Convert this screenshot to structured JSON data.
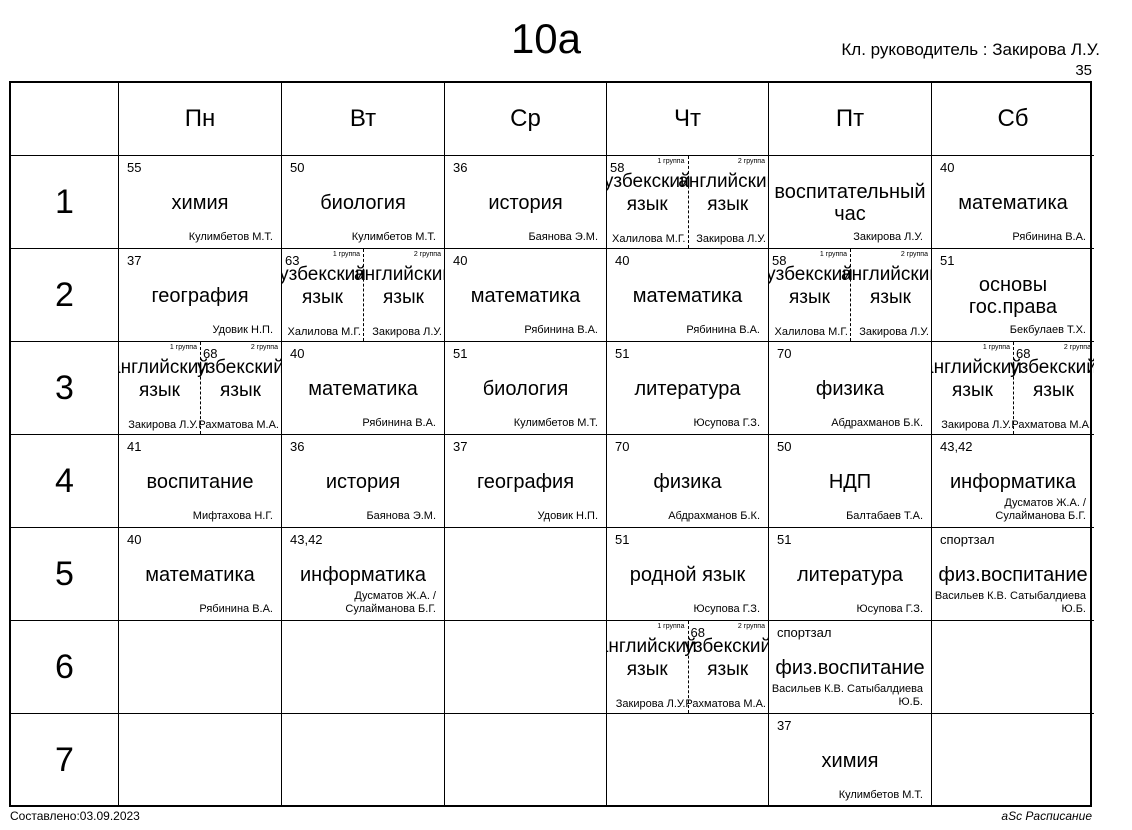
{
  "title": "10а",
  "class_teacher": "Кл. руководитель : Закирова Л.У.",
  "room": "35",
  "days": [
    "Пн",
    "Вт",
    "Ср",
    "Чт",
    "Пт",
    "Сб"
  ],
  "periods": [
    "1",
    "2",
    "3",
    "4",
    "5",
    "6",
    "7"
  ],
  "footer": {
    "left": "Составлено:03.09.2023",
    "right": "aSc Расписание"
  },
  "schedule": [
    [
      {
        "room": "55",
        "subject": "химия",
        "teacher": "Кулимбетов М.Т."
      },
      {
        "room": "50",
        "subject": "биология",
        "teacher": "Кулимбетов М.Т."
      },
      {
        "room": "36",
        "subject": "история",
        "teacher": "Баянова Э.М."
      },
      {
        "split": [
          {
            "group": "1 группа",
            "room": "58",
            "subject": "узбекский язык",
            "teacher": "Халилова М.Г."
          },
          {
            "group": "2 группа",
            "room": "",
            "subject": "английский язык",
            "teacher": "Закирова Л.У."
          }
        ]
      },
      {
        "room": "",
        "subject": "воспитательный час",
        "teacher": "Закирова Л.У."
      },
      {
        "room": "40",
        "subject": "математика",
        "teacher": "Рябинина В.А."
      }
    ],
    [
      {
        "room": "37",
        "subject": "география",
        "teacher": "Удовик Н.П."
      },
      {
        "split": [
          {
            "group": "1 группа",
            "room": "63",
            "subject": "узбекский язык",
            "teacher": "Халилова М.Г."
          },
          {
            "group": "2 группа",
            "room": "",
            "subject": "английский язык",
            "teacher": "Закирова Л.У."
          }
        ]
      },
      {
        "room": "40",
        "subject": "математика",
        "teacher": "Рябинина В.А."
      },
      {
        "room": "40",
        "subject": "математика",
        "teacher": "Рябинина В.А."
      },
      {
        "split": [
          {
            "group": "1 группа",
            "room": "58",
            "subject": "узбекский язык",
            "teacher": "Халилова М.Г."
          },
          {
            "group": "2 группа",
            "room": "",
            "subject": "английский язык",
            "teacher": "Закирова Л.У."
          }
        ]
      },
      {
        "room": "51",
        "subject": "основы гос.права",
        "teacher": "Бекбулаев Т.Х."
      }
    ],
    [
      {
        "split": [
          {
            "group": "1 группа",
            "room": "",
            "subject": "английский язык",
            "teacher": "Закирова Л.У."
          },
          {
            "group": "2 группа",
            "room": "68",
            "subject": "узбекский язык",
            "teacher": "Рахматова М.А."
          }
        ]
      },
      {
        "room": "40",
        "subject": "математика",
        "teacher": "Рябинина В.А."
      },
      {
        "room": "51",
        "subject": "биология",
        "teacher": "Кулимбетов М.Т."
      },
      {
        "room": "51",
        "subject": "литература",
        "teacher": "Юсупова Г.З."
      },
      {
        "room": "70",
        "subject": "физика",
        "teacher": "Абдрахманов Б.К."
      },
      {
        "split": [
          {
            "group": "1 группа",
            "room": "",
            "subject": "английский язык",
            "teacher": "Закирова Л.У."
          },
          {
            "group": "2 группа",
            "room": "68",
            "subject": "узбекский язык",
            "teacher": "Рахматова М.А."
          }
        ]
      }
    ],
    [
      {
        "room": "41",
        "subject": "воспитание",
        "teacher": "Мифтахова Н.Г."
      },
      {
        "room": "36",
        "subject": "история",
        "teacher": "Баянова Э.М."
      },
      {
        "room": "37",
        "subject": "география",
        "teacher": "Удовик Н.П."
      },
      {
        "room": "70",
        "subject": "физика",
        "teacher": "Абдрахманов Б.К."
      },
      {
        "room": "50",
        "subject": "НДП",
        "teacher": "Балтабаев Т.А."
      },
      {
        "room": "43,42",
        "subject": "информатика",
        "teacher": "Дусматов Ж.А. / Сулайманова Б.Г."
      }
    ],
    [
      {
        "room": "40",
        "subject": "математика",
        "teacher": "Рябинина В.А."
      },
      {
        "room": "43,42",
        "subject": "информатика",
        "teacher": "Дусматов Ж.А. / Сулайманова Б.Г."
      },
      null,
      {
        "room": "51",
        "subject": "родной язык",
        "teacher": "Юсупова Г.З."
      },
      {
        "room": "51",
        "subject": "литература",
        "teacher": "Юсупова Г.З."
      },
      {
        "room": "спортзал",
        "subject": "физ.воспитание",
        "teacher": "Васильев К.В. Сатыбалдиева Ю.Б."
      }
    ],
    [
      null,
      null,
      null,
      {
        "split": [
          {
            "group": "1 группа",
            "room": "",
            "subject": "английский язык",
            "teacher": "Закирова Л.У."
          },
          {
            "group": "2 группа",
            "room": "68",
            "subject": "узбекский язык",
            "teacher": "Рахматова М.А."
          }
        ]
      },
      {
        "room": "спортзал",
        "subject": "физ.воспитание",
        "teacher": "Васильев К.В. Сатыбалдиева Ю.Б."
      },
      null
    ],
    [
      null,
      null,
      null,
      null,
      {
        "room": "37",
        "subject": "химия",
        "teacher": "Кулимбетов М.Т."
      },
      null
    ]
  ]
}
